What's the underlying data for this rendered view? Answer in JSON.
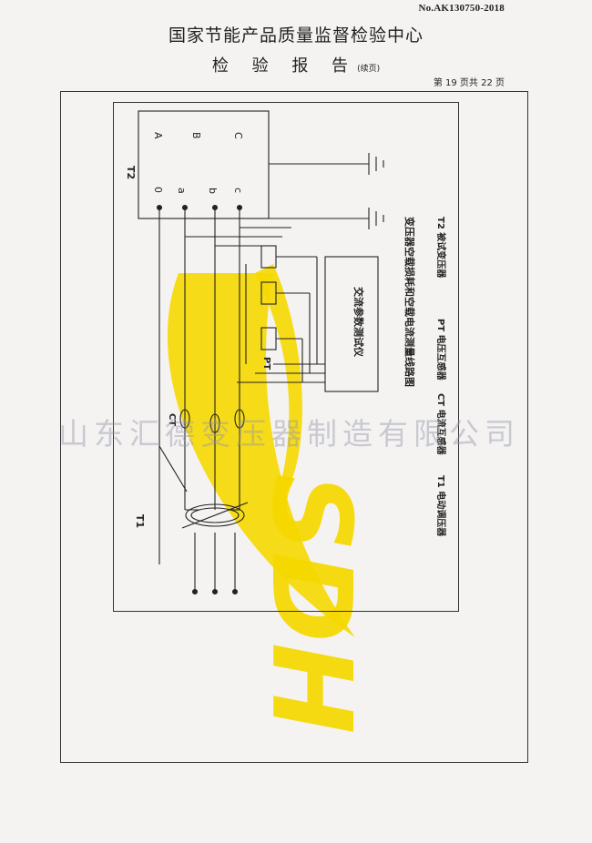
{
  "header": {
    "doc_number": "No.AK130750-2018",
    "org_name": "国家节能产品质量监督检验中心",
    "report_title": "检 验 报 告",
    "continued": "(续页)",
    "page_info": "第 19 页共 22 页"
  },
  "diagram": {
    "title": "变压器空载损耗和空载电流测量线路图",
    "instrument_label": "交流参数测试仪",
    "legend": [
      "T1  电动调压器",
      "CT  电流互感器",
      "PT  电压互感器",
      "T2  被试变压器"
    ],
    "labels": {
      "t1": "T1",
      "t2": "T2",
      "ct": "CT",
      "pt": "PT",
      "terminal_A": "A",
      "terminal_B": "B",
      "terminal_C": "C",
      "terminal_0": "0",
      "terminal_a": "a",
      "terminal_b": "b",
      "terminal_c": "c"
    }
  },
  "watermark": {
    "text": "山东汇德变压器制造有限公司",
    "logo": "SDH"
  },
  "colors": {
    "logo_yellow": "#f6d800",
    "ink": "#222222",
    "watermark": "#9696aa"
  }
}
